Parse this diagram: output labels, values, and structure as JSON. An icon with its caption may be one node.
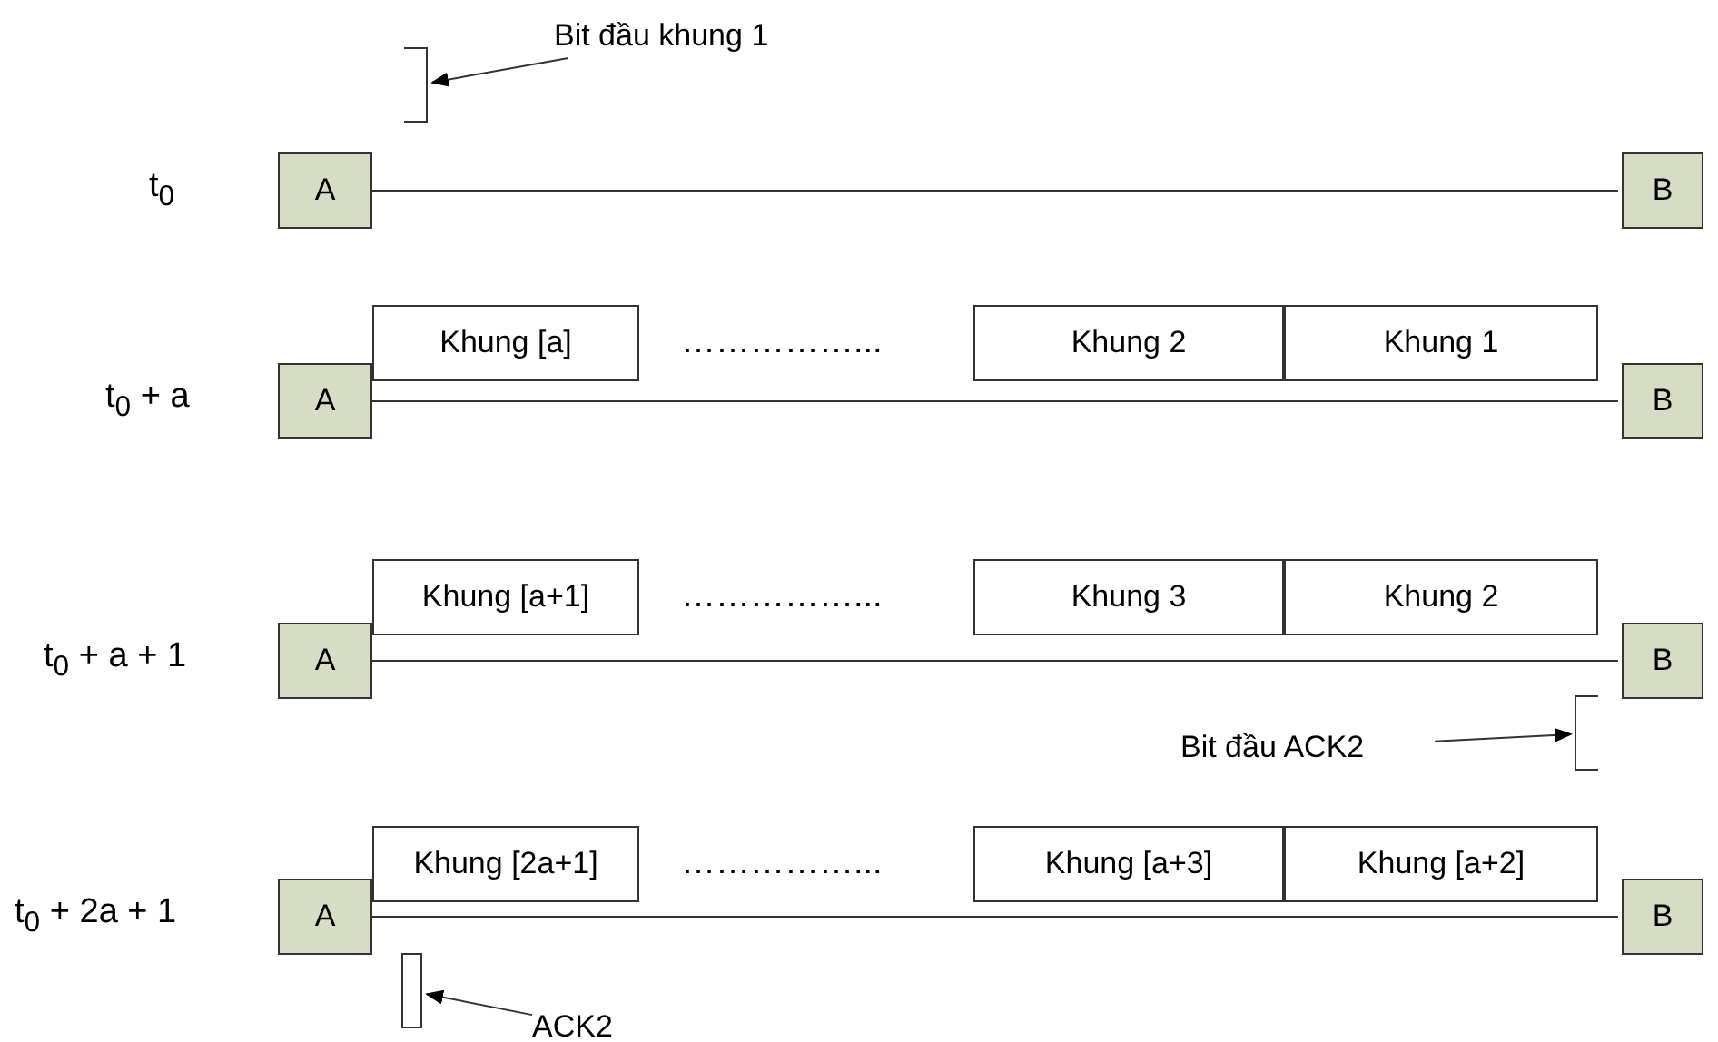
{
  "diagram": {
    "nodes": [
      {
        "text": [
          "A"
        ]
      },
      {
        "text": [
          "B"
        ]
      },
      {
        "text": [],
        "shape": "bracket"
      },
      {
        "text": [
          "Bit đầu khung 1"
        ]
      },
      {
        "text": [
          "A"
        ]
      },
      {
        "text": [
          "B"
        ]
      },
      {
        "text": [
          "Khung [a]"
        ]
      },
      {
        "text": [
          "Khung 2"
        ]
      },
      {
        "text": [
          "Khung 1"
        ]
      },
      {
        "text": [
          "A"
        ]
      },
      {
        "text": [
          "B"
        ]
      },
      {
        "text": [
          "Khung [a+1]"
        ]
      },
      {
        "text": [
          "Khung 3"
        ]
      },
      {
        "text": [
          "Khung 2"
        ]
      },
      {
        "text": [
          "Bit đầu ACK2"
        ]
      },
      {
        "text": [],
        "shape": "bracket"
      },
      {
        "text": [
          "A"
        ]
      },
      {
        "text": [
          "B"
        ]
      },
      {
        "text": [
          "Khung [2a+1]"
        ]
      },
      {
        "text": [
          "Khung [a+3]"
        ]
      },
      {
        "text": [
          "Khung [a+2]"
        ]
      },
      {
        "text": [],
        "shape": "box"
      },
      {
        "text": [
          "ACK2"
        ]
      }
    ],
    "edges": [
      {
        "from": 0,
        "to": 1,
        "arrow": "none"
      },
      {
        "from": 3,
        "to": 2,
        "arrow": "to"
      },
      {
        "from": 4,
        "to": 5,
        "arrow": "none"
      },
      {
        "from": 9,
        "to": 10,
        "arrow": "none"
      },
      {
        "from": 14,
        "to": 15,
        "arrow": "to"
      },
      {
        "from": 16,
        "to": 17,
        "arrow": "none"
      },
      {
        "from": 22,
        "to": 21,
        "arrow": "to"
      }
    ],
    "labels": [
      "t$_{0}$",
      "t$_{0}$ + a",
      "……………...",
      "t$_{0}$ + a + 1",
      "……………...",
      "t$_{0}$ + 2a + 1",
      "……………..."
    ]
  }
}
